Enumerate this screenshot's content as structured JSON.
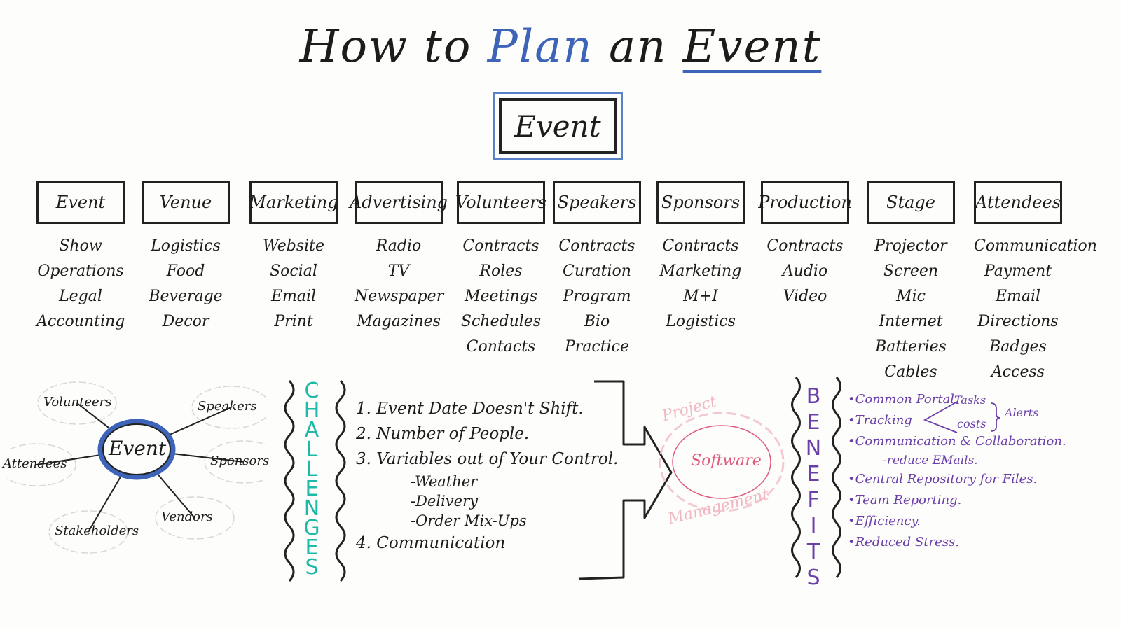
{
  "title": {
    "part1": "How to ",
    "highlight": "Plan",
    "part2": " an ",
    "underlined": "Event"
  },
  "main_box": "Event",
  "columns": [
    {
      "header": "Event",
      "items": [
        "Show",
        "Operations",
        "Legal",
        "Accounting"
      ]
    },
    {
      "header": "Venue",
      "items": [
        "Logistics",
        "Food",
        "Beverage",
        "Decor"
      ]
    },
    {
      "header": "Marketing",
      "items": [
        "Website",
        "Social",
        "Email",
        "Print"
      ]
    },
    {
      "header": "Advertising",
      "items": [
        "Radio",
        "TV",
        "Newspaper",
        "Magazines"
      ]
    },
    {
      "header": "Volunteers",
      "items": [
        "Contracts",
        "Roles",
        "Meetings",
        "Schedules",
        "Contacts"
      ]
    },
    {
      "header": "Speakers",
      "items": [
        "Contracts",
        "Curation",
        "Program",
        "Bio",
        "Practice"
      ]
    },
    {
      "header": "Sponsors",
      "items": [
        "Contracts",
        "Marketing",
        "M+I",
        "Logistics"
      ]
    },
    {
      "header": "Production",
      "items": [
        "Contracts",
        "Audio",
        "Video"
      ]
    },
    {
      "header": "Stage",
      "items": [
        "Projector",
        "Screen",
        "Mic",
        "Internet",
        "Batteries",
        "Cables"
      ]
    },
    {
      "header": "Attendees",
      "items": [
        "Communication",
        "Payment",
        "Email",
        "Directions",
        "Badges",
        "Access"
      ]
    }
  ],
  "mindmap": {
    "center": "Event",
    "nodes": [
      "Volunteers",
      "Speakers",
      "Attendees",
      "Sponsors",
      "Stakeholders",
      "Vendors"
    ]
  },
  "challenges": {
    "label": "CHALLENGES",
    "items": [
      {
        "text": "1. Event Date Doesn't Shift.",
        "subs": []
      },
      {
        "text": "2. Number of People.",
        "subs": []
      },
      {
        "text": "3. Variables out of Your Control.",
        "subs": [
          "-Weather",
          "-Delivery",
          "-Order Mix-Ups"
        ]
      },
      {
        "text": "4. Communication",
        "subs": []
      }
    ]
  },
  "pm": {
    "top": "Project",
    "middle": "Software",
    "bottom": "Management"
  },
  "benefits": {
    "label": "BENEFITS",
    "items": [
      {
        "text": "•Common Portal.",
        "subs": []
      },
      {
        "text": "•Tracking",
        "subs": []
      },
      {
        "text": "•Communication & Collaboration.",
        "subs": [
          "-reduce EMails."
        ]
      },
      {
        "text": "•Central Repository for Files.",
        "subs": []
      },
      {
        "text": "•Team Reporting.",
        "subs": []
      },
      {
        "text": "•Efficiency.",
        "subs": []
      },
      {
        "text": "•Reduced Stress.",
        "subs": []
      }
    ],
    "tasks": "Tasks",
    "costs": "costs",
    "alerts": "Alerts"
  },
  "colors": {
    "ink": "#1c1c1c",
    "blue": "#3d64b8",
    "teal": "#1fb9a7",
    "purple": "#6b3fa8",
    "pink": "#e05a7a"
  }
}
